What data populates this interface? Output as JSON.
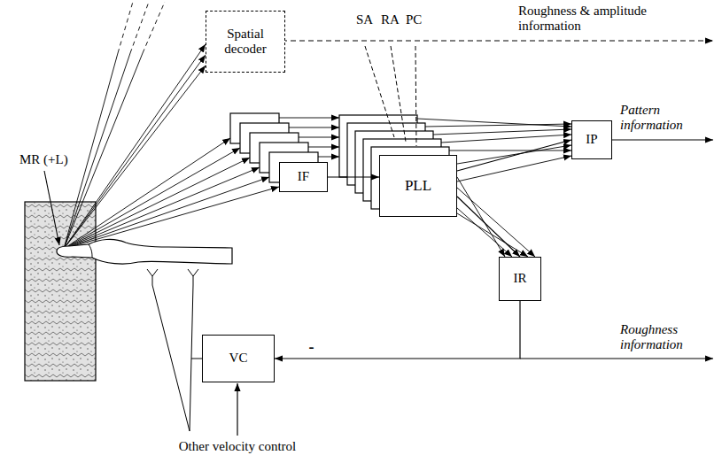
{
  "diagram": {
    "nodes": [
      {
        "text": [
          "Spatial decoder"
        ]
      },
      {
        "text": [
          "IF"
        ]
      },
      {
        "text": [
          "PLL"
        ]
      },
      {
        "text": [
          "IP"
        ]
      },
      {
        "text": [
          "IR"
        ]
      },
      {
        "text": [
          "VC"
        ]
      }
    ],
    "edges": [
      {
        "from": 1,
        "to": 2,
        "arrow": "to"
      },
      {
        "from": 2,
        "to": 3,
        "arrow": "to"
      },
      {
        "from": 2,
        "to": 4,
        "arrow": "to"
      },
      {
        "from": 4,
        "to": 5,
        "arrow": "to",
        "label": "-"
      }
    ],
    "labels": [
      "MR (+L)",
      "SA",
      "RA",
      "PC",
      "Roughness & amplitude information",
      "Pattern information",
      "Roughness information",
      "Other velocity control"
    ]
  }
}
